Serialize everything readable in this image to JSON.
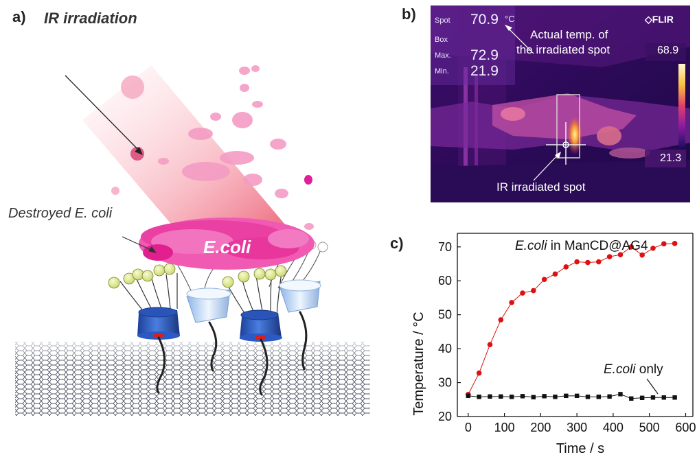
{
  "panel_a": {
    "label": "a)",
    "title": "IR irradiation",
    "destroyed_label": "Destroyed E. coli",
    "cell_label": "E.coli"
  },
  "panel_b": {
    "label": "b)",
    "spot_label": "Spot",
    "spot_value": "70.9",
    "unit": "°C",
    "box_label": "Box",
    "max_label": "Max.",
    "max_value": "72.9",
    "min_label": "Min.",
    "min_value": "21.9",
    "brand": "FLIR",
    "scale_max": "68.9",
    "scale_min": "21.3",
    "note_spot_line1": "Actual temp. of",
    "note_spot_line2": "the irradiated spot",
    "note_ir": "IR irradiated spot"
  },
  "panel_c": {
    "label": "c)"
  },
  "chart_data": {
    "type": "line",
    "xlabel": "Time / s",
    "ylabel": "Temperature / °C",
    "xlim": [
      -30,
      620
    ],
    "ylim": [
      20,
      74
    ],
    "xticks": [
      0,
      100,
      200,
      300,
      400,
      500,
      600
    ],
    "yticks": [
      20,
      30,
      40,
      50,
      60,
      70
    ],
    "grid": false,
    "series": [
      {
        "name_italic": "E.coli",
        "name_rest": " in ManCD@AG4",
        "color": "#dd1111",
        "marker": "circle",
        "x": [
          0,
          30,
          60,
          90,
          120,
          150,
          180,
          210,
          240,
          270,
          300,
          330,
          360,
          390,
          420,
          450,
          480,
          510,
          540,
          570
        ],
        "y": [
          26.5,
          32.8,
          41.2,
          48.5,
          53.6,
          56.4,
          57.1,
          60.4,
          62.0,
          64.1,
          65.6,
          65.4,
          65.6,
          67.1,
          67.7,
          70.0,
          67.6,
          69.6,
          70.9,
          71.0
        ]
      },
      {
        "name_italic": "E.coli",
        "name_rest": " only",
        "color": "#111111",
        "marker": "square",
        "x": [
          0,
          30,
          60,
          90,
          120,
          150,
          180,
          210,
          240,
          270,
          300,
          330,
          360,
          390,
          420,
          450,
          480,
          510,
          540,
          570
        ],
        "y": [
          26.1,
          25.8,
          25.9,
          25.9,
          25.8,
          26.0,
          25.7,
          26.0,
          25.8,
          26.1,
          26.1,
          25.8,
          25.8,
          25.9,
          26.6,
          25.3,
          25.5,
          25.6,
          25.6,
          25.6
        ]
      }
    ]
  }
}
